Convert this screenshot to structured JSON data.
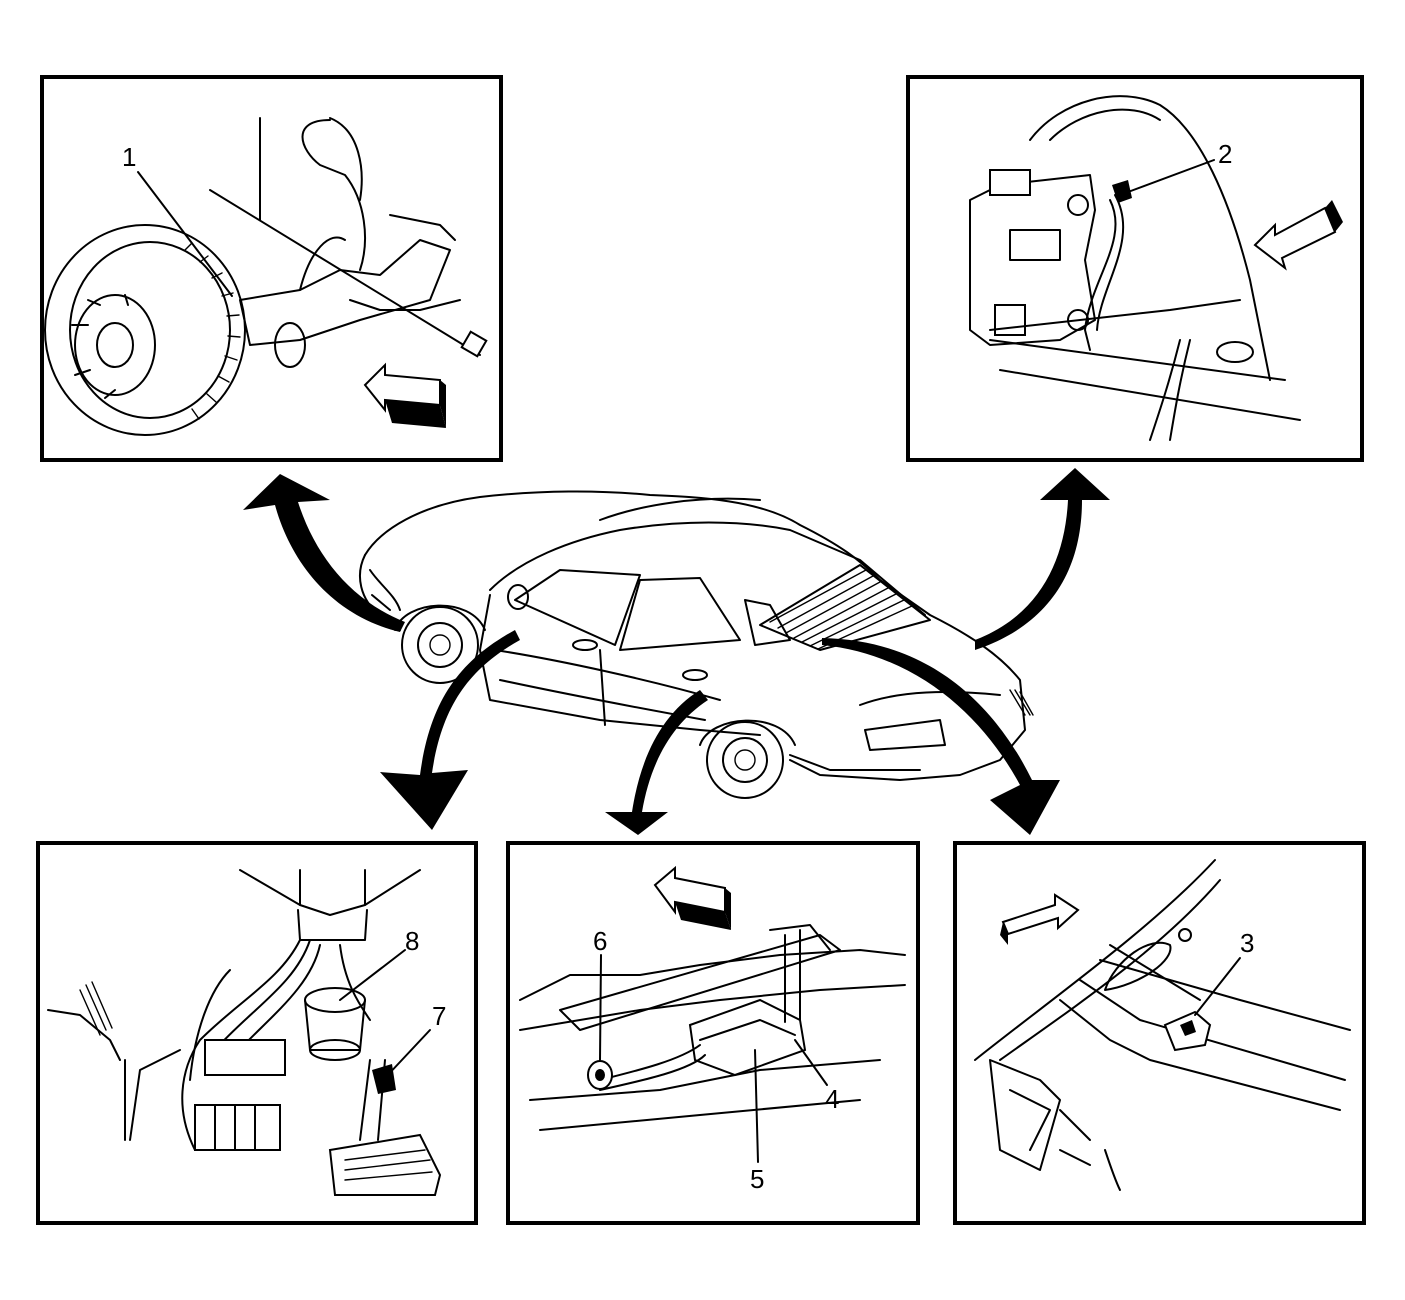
{
  "colors": {
    "line": "#000000",
    "background": "#ffffff"
  },
  "icons": {
    "direction_arrow": "hollow-3d-arrow-icon",
    "pointer_arrow": "curved-black-arrow-icon"
  },
  "panels": {
    "front_wheel": {
      "callouts": [
        "1"
      ]
    },
    "rear_brake": {
      "callouts": [
        "2"
      ]
    },
    "pedal_area": {
      "callouts": [
        "8",
        "7"
      ]
    },
    "underbody": {
      "callouts": [
        "6",
        "4",
        "5"
      ]
    },
    "trunk": {
      "callouts": [
        "3"
      ]
    }
  }
}
